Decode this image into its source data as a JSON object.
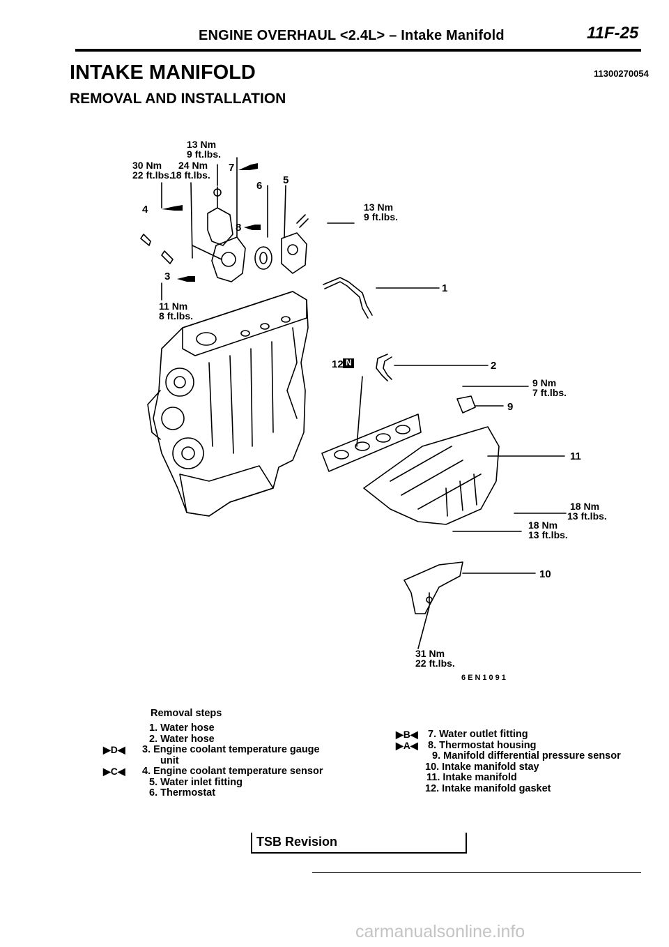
{
  "header": {
    "title": "ENGINE OVERHAUL <2.4L> – Intake Manifold",
    "page": "11F-25"
  },
  "section": {
    "title": "INTAKE MANIFOLD",
    "code": "11300270054",
    "subtitle": "REMOVAL AND INSTALLATION"
  },
  "diagram": {
    "torque_labels": [
      {
        "nm": "13 Nm",
        "ft": "9 ft.lbs."
      },
      {
        "nm": "30 Nm",
        "ft": "22 ft.lbs."
      },
      {
        "nm": "24 Nm",
        "ft": "18 ft.lbs."
      },
      {
        "nm": "13 Nm",
        "ft": "9 ft.lbs."
      },
      {
        "nm": "11 Nm",
        "ft": "8 ft.lbs."
      },
      {
        "nm": "9 Nm",
        "ft": "7 ft.lbs."
      },
      {
        "nm": "18 Nm",
        "ft": "13 ft.lbs."
      },
      {
        "nm": "18 Nm",
        "ft": "13 ft.lbs."
      },
      {
        "nm": "31 Nm",
        "ft": "22 ft.lbs."
      }
    ],
    "part_numbers": [
      "1",
      "2",
      "3",
      "4",
      "5",
      "6",
      "7",
      "8",
      "9",
      "10",
      "11",
      "12"
    ],
    "new_part_mark": "N",
    "figure_code": "6EN1091"
  },
  "removal_steps": {
    "heading": "Removal steps",
    "left": [
      {
        "marker": "",
        "text": "1. Water hose"
      },
      {
        "marker": "",
        "text": "2. Water hose"
      },
      {
        "marker": "D",
        "text": "3. Engine coolant temperature gauge"
      },
      {
        "marker": "",
        "text": "unit"
      },
      {
        "marker": "C",
        "text": "4. Engine coolant temperature sensor"
      },
      {
        "marker": "",
        "text": "5. Water inlet fitting"
      },
      {
        "marker": "",
        "text": "6. Thermostat"
      }
    ],
    "right": [
      {
        "marker": "B",
        "text": "7. Water outlet fitting"
      },
      {
        "marker": "A",
        "text": "8. Thermostat housing"
      },
      {
        "marker": "",
        "text": "9. Manifold differential pressure sensor"
      },
      {
        "marker": "",
        "text": "10. Intake manifold stay"
      },
      {
        "marker": "",
        "text": "11. Intake manifold"
      },
      {
        "marker": "",
        "text": "12. Intake manifold gasket"
      }
    ]
  },
  "footer": {
    "tsb_label": "TSB Revision",
    "watermark": "carmanualsonline.info"
  }
}
